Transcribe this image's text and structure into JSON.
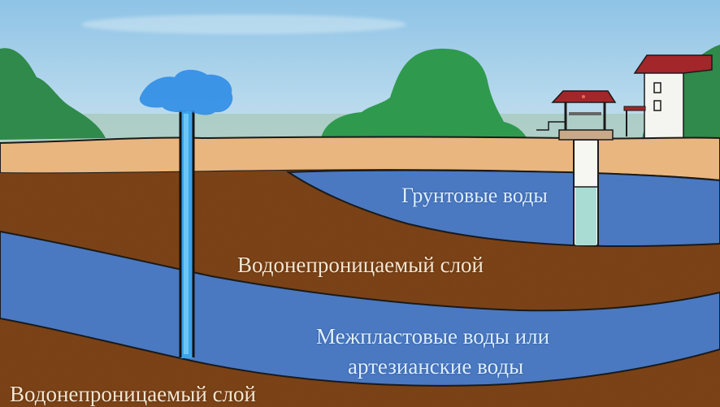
{
  "diagram": {
    "type": "cross-section",
    "subject": "groundwater layers",
    "labels": {
      "groundwater": "Грунтовые воды",
      "impermeable_upper": "Водонепроницаемый слой",
      "artesian_line1": "Межпластовые воды или",
      "artesian_line2": "артезианские воды",
      "impermeable_lower": "Водонепроницаемый слой"
    },
    "layers": [
      {
        "name": "topsoil-sand",
        "color": "#e9b67f"
      },
      {
        "name": "groundwater-aquifer",
        "color": "#4a79c2"
      },
      {
        "name": "upper-impermeable-clay",
        "color": "#7a3f1c"
      },
      {
        "name": "artesian-aquifer",
        "color": "#4a79c2"
      },
      {
        "name": "lower-impermeable-clay",
        "color": "#7a3f1c"
      }
    ],
    "features": {
      "artesian_well": {
        "description": "pipe with water fountain",
        "color": "#3aa3ea"
      },
      "dug_well": {
        "description": "well with red roof reaching groundwater",
        "water_color": "#a9dcd3"
      },
      "house": {
        "description": "white house with red roof"
      }
    },
    "colors": {
      "sky": "#a7d0ea",
      "trees": "#2e8b4a",
      "outline": "#1a1a1a",
      "roof": "#a3262a"
    }
  }
}
